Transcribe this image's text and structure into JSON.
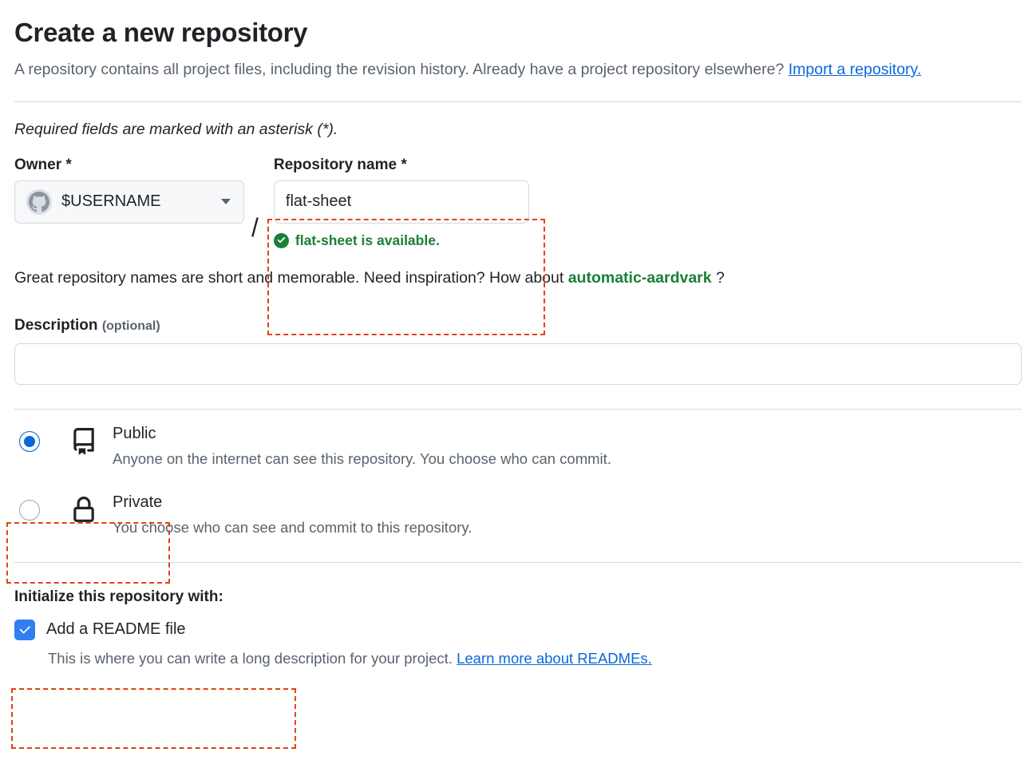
{
  "header": {
    "title": "Create a new repository",
    "intro_prefix": "A repository contains all project files, including the revision history. Already have a project repository elsewhere? ",
    "import_link": "Import a repository."
  },
  "required_note": "Required fields are marked with an asterisk (*).",
  "owner": {
    "label": "Owner *",
    "value": "$USERNAME",
    "avatar_icon": "github-octocat-avatar-icon",
    "caret_icon": "chevron-down-icon"
  },
  "separator": "/",
  "repository": {
    "label": "Repository name *",
    "value": "flat-sheet",
    "placeholder": "",
    "availability_text": "flat-sheet is available.",
    "availability_icon": "check-circle-fill-icon",
    "availability_color": "#1a7f37"
  },
  "suggestion": {
    "prefix": "Great repository names are short and memorable. Need inspiration? How about ",
    "name": "automatic-aardvark",
    "suffix": " ?"
  },
  "description": {
    "label": "Description ",
    "optional": "(optional)",
    "value": "",
    "placeholder": ""
  },
  "visibility": {
    "options": [
      {
        "id": "public",
        "title": "Public",
        "description": "Anyone on the internet can see this repository. You choose who can commit.",
        "icon": "repo-book-icon",
        "selected": true
      },
      {
        "id": "private",
        "title": "Private",
        "description": "You choose who can see and commit to this repository.",
        "icon": "lock-icon",
        "selected": false
      }
    ]
  },
  "initialize": {
    "title": "Initialize this repository with:",
    "readme_label": "Add a README file",
    "readme_checked": true,
    "readme_description": "This is where you can write a long description for your project. ",
    "readme_link": "Learn more about READMEs."
  },
  "colors": {
    "accent_blue": "#0969da",
    "success_green": "#1a7f37",
    "annotation_orange": "#e8400c",
    "text_primary": "#1f2328",
    "text_muted": "#59636e"
  }
}
